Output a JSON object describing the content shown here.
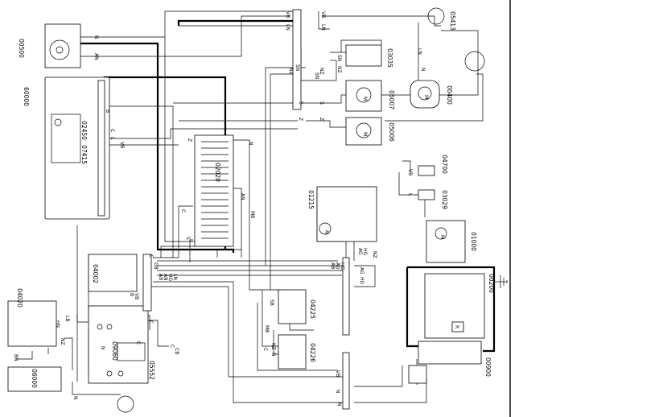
{
  "components": {
    "c00500": "00500",
    "c60000": "60000",
    "c02450": "02450",
    "c07415": "07415",
    "c04020": "04020",
    "c06000": "06000",
    "c04002": "04002",
    "c09060": "09060",
    "c05552": "05552",
    "c02020": "02020",
    "c01215": "01215",
    "c04225": "04225",
    "c04226": "04226",
    "c05413": "05413",
    "c03035": "03035",
    "c00400": "00400",
    "c05007": "05007",
    "c05006": "05006",
    "c04700": "04700",
    "c03029": "03029",
    "c01000": "01000",
    "c00200": "00200",
    "c00900": "00900"
  },
  "wires": {
    "N": "N",
    "AN": "AN",
    "VB": "VB",
    "LN": "LN",
    "SN": "SN",
    "NZ": "NZ",
    "S": "S",
    "Z": "Z",
    "L": "L",
    "B": "B",
    "C": "C",
    "MB": "MB",
    "AB": "AB",
    "AG": "AG",
    "HG": "HG",
    "GB": "GB",
    "CB": "CB",
    "BN": "BN",
    "HN": "HN",
    "LB": "LB",
    "SB": "SB",
    "R": "R",
    "M": "M"
  }
}
